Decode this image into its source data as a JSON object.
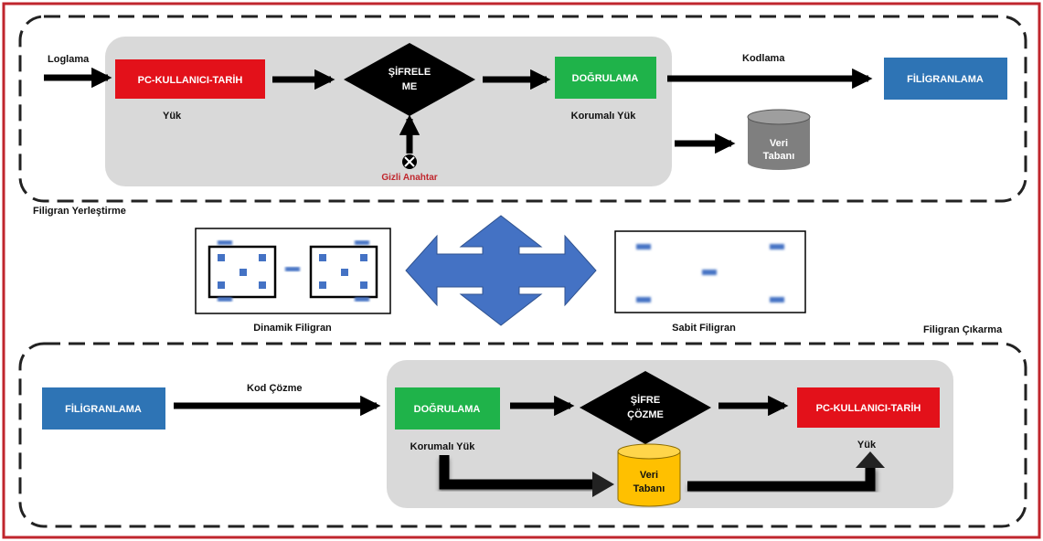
{
  "colors": {
    "frame": "#c0262d",
    "panel": "#d9d9d9",
    "red": "#e3111a",
    "green": "#1fb34a",
    "blue": "#2e74b5",
    "black": "#000000",
    "gray_db": "#7f7f7f",
    "yellow_db": "#ffc000",
    "cross_arrow": "#4472c4"
  },
  "embed": {
    "section_label": "Filigran Yerleştirme",
    "input_label": "Loglama",
    "red_box": "PC-KULLANICI-TARİH",
    "red_box_caption": "Yük",
    "diamond_line1": "ŞİFRELE",
    "diamond_line2": "ME",
    "key_label": "Gizli Anahtar",
    "green_box": "DOĞRULAMA",
    "green_box_caption": "Korumalı Yük",
    "encode_label": "Kodlama",
    "blue_box": "FİLİGRANLAMA",
    "db_line1": "Veri",
    "db_line2": "Tabanı"
  },
  "middle": {
    "dynamic_label": "Dinamik Filigran",
    "static_label": "Sabit Filigran"
  },
  "extract": {
    "section_label": "Filigran Çıkarma",
    "blue_box": "FİLİGRANLAMA",
    "decode_label": "Kod Çözme",
    "green_box": "DOĞRULAMA",
    "green_box_caption": "Korumalı Yük",
    "diamond_line1": "ŞİFRE",
    "diamond_line2": "ÇÖZME",
    "red_box": "PC-KULLANICI-TARİH",
    "red_box_caption": "Yük",
    "db_line1": "Veri",
    "db_line2": "Tabanı"
  }
}
